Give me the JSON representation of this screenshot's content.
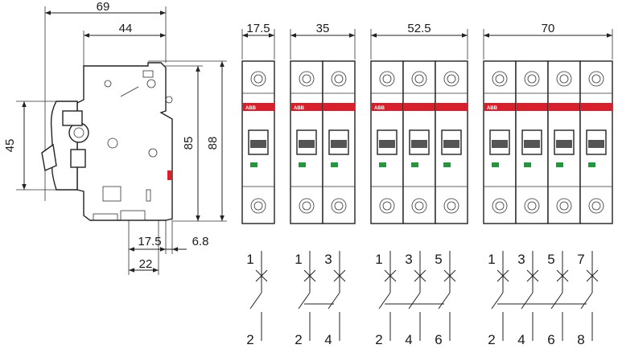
{
  "side_view": {
    "dims": {
      "overall_width": "69",
      "front_width": "44",
      "front_height": "45",
      "body_height": "85",
      "overall_height": "88",
      "rail_offset": "17.5",
      "rail_gap": "6.8",
      "rail_width": "22"
    }
  },
  "front_view": {
    "brand_label": "ABB",
    "modules": [
      {
        "width_label": "17.5",
        "poles": 1
      },
      {
        "width_label": "35",
        "poles": 2
      },
      {
        "width_label": "52.5",
        "poles": 3
      },
      {
        "width_label": "70",
        "poles": 4
      }
    ]
  },
  "schematics": [
    {
      "top_terminals": [
        "1"
      ],
      "bottom_terminals": [
        "2"
      ]
    },
    {
      "top_terminals": [
        "1",
        "3"
      ],
      "bottom_terminals": [
        "2",
        "4"
      ]
    },
    {
      "top_terminals": [
        "1",
        "3",
        "5"
      ],
      "bottom_terminals": [
        "2",
        "4",
        "6"
      ]
    },
    {
      "top_terminals": [
        "1",
        "3",
        "5",
        "7"
      ],
      "bottom_terminals": [
        "2",
        "4",
        "6",
        "8"
      ]
    }
  ],
  "colors": {
    "band": "#d6202b",
    "indicator": "#1f9a3a",
    "line": "#222222"
  }
}
